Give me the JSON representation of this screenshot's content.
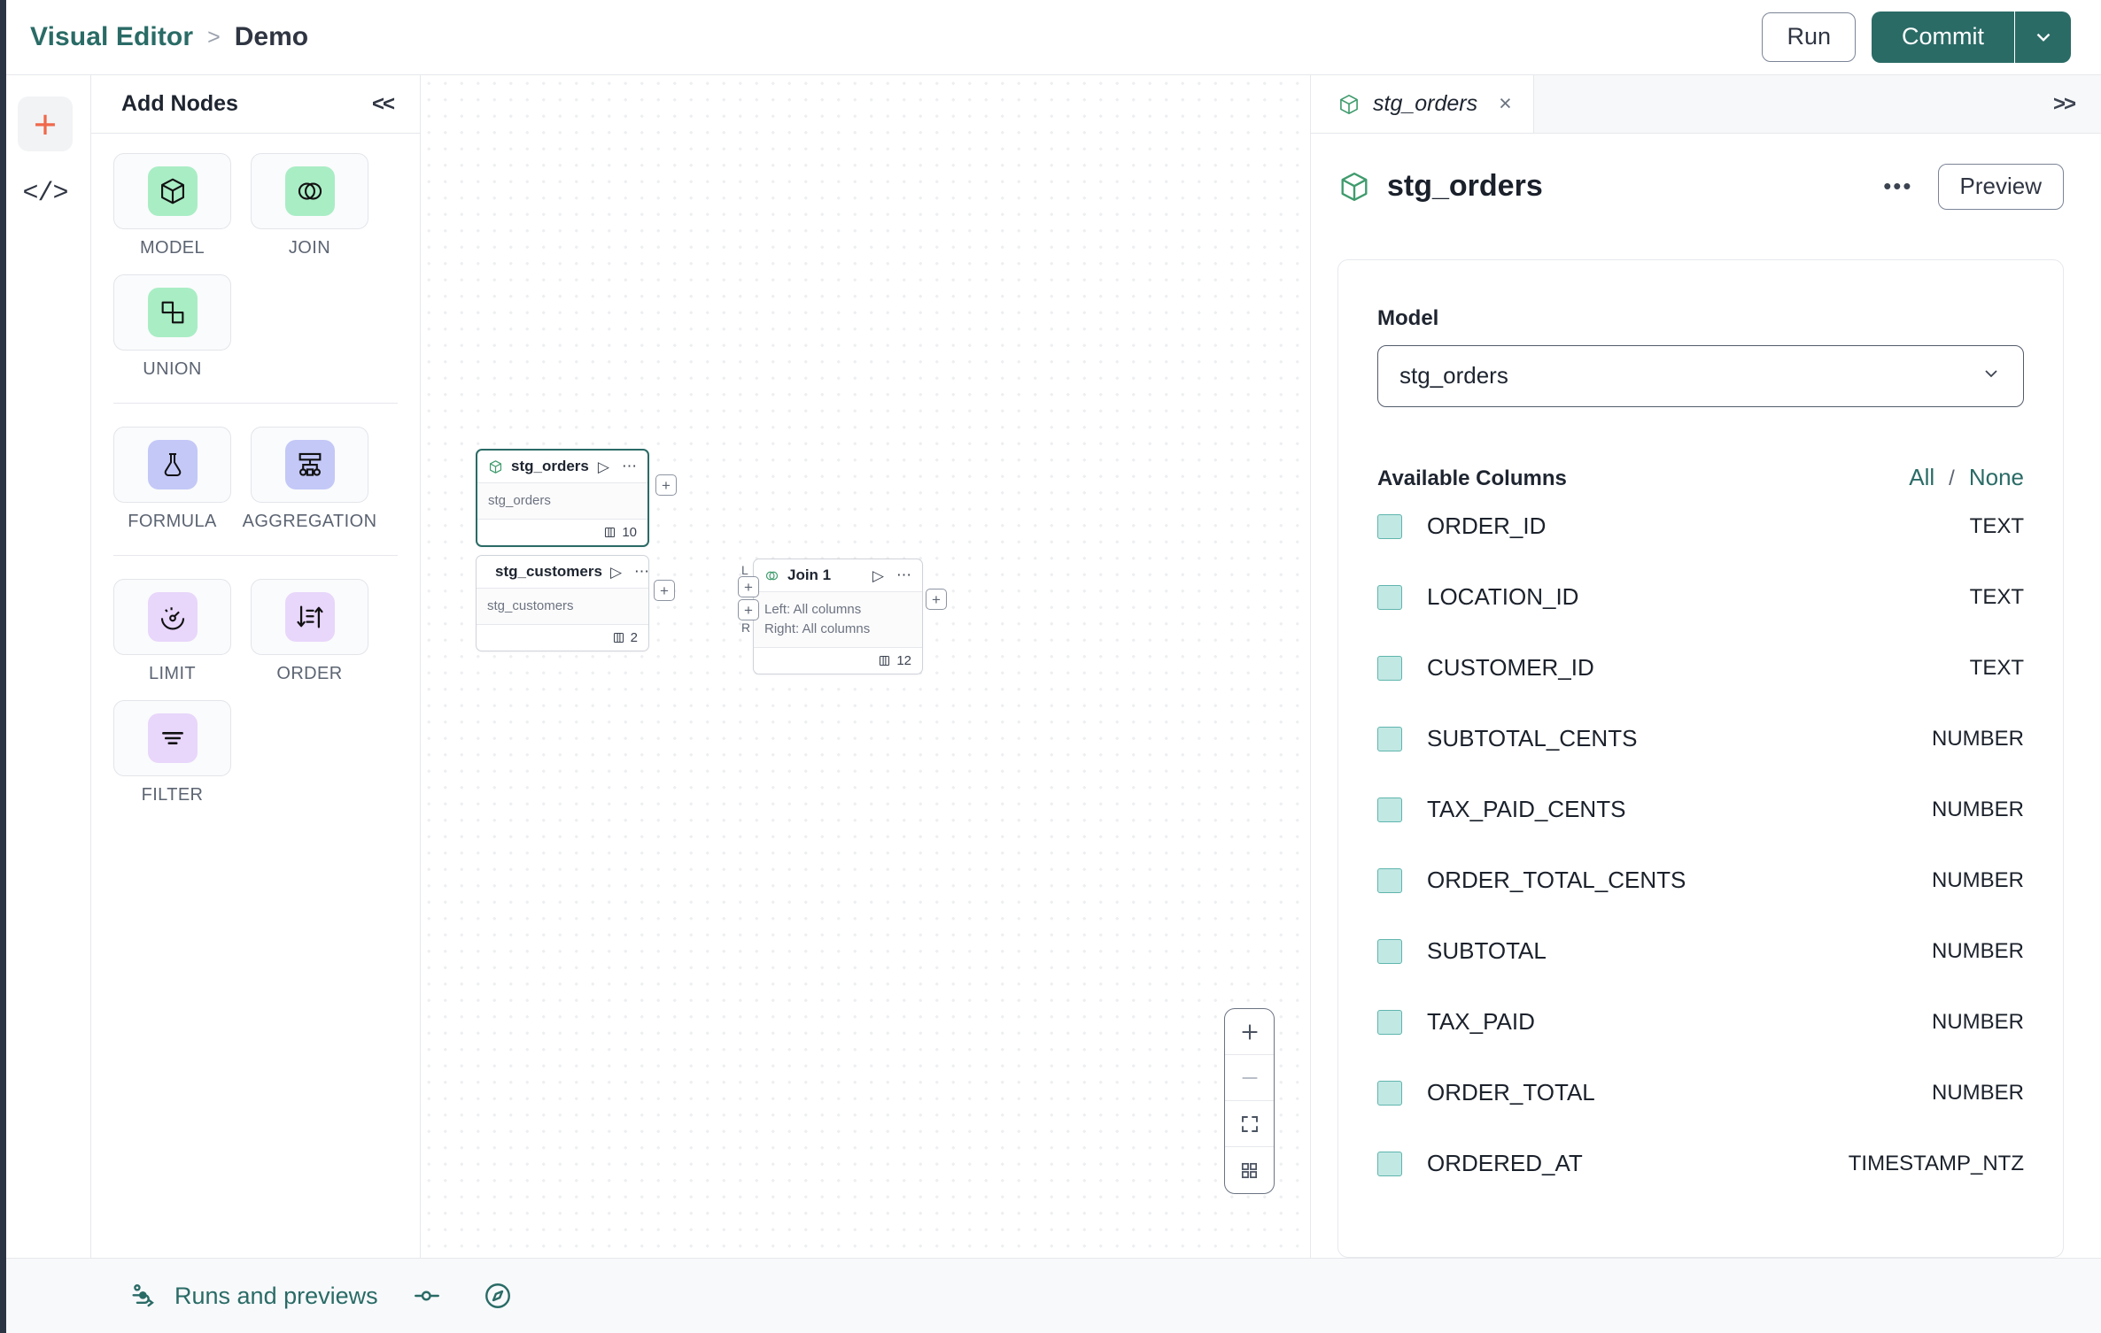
{
  "app": {
    "breadcrumb": {
      "root": "Visual Editor",
      "separator": ">",
      "leaf": "Demo"
    },
    "actions": {
      "run": "Run",
      "commit": "Commit"
    }
  },
  "rail": {
    "items": [
      {
        "name": "add-button",
        "glyph": "+"
      },
      {
        "name": "code-view-button",
        "glyph": "</>"
      }
    ]
  },
  "node_panel": {
    "title": "Add Nodes",
    "collapse_glyph": "<<",
    "groups": [
      {
        "name": "sources",
        "items": [
          {
            "label": "MODEL",
            "icon": "cube-icon",
            "color": "#a9edc5"
          },
          {
            "label": "JOIN",
            "icon": "venn-icon",
            "color": "#a9edc5"
          },
          {
            "label": "UNION",
            "icon": "union-shapes-icon",
            "color": "#a9edc5"
          }
        ]
      },
      {
        "name": "transforms",
        "items": [
          {
            "label": "FORMULA",
            "icon": "flask-icon",
            "color": "#c3c8f7"
          },
          {
            "label": "AGGREGATION",
            "icon": "hierarchy-icon",
            "color": "#c3c8f7"
          }
        ]
      },
      {
        "name": "modifiers",
        "items": [
          {
            "label": "LIMIT",
            "icon": "gauge-icon",
            "color": "#e8d6fb"
          },
          {
            "label": "ORDER",
            "icon": "sort-icon",
            "color": "#e8d6fb"
          },
          {
            "label": "FILTER",
            "icon": "filter-icon",
            "color": "#e8d6fb"
          }
        ]
      }
    ]
  },
  "canvas": {
    "nodes": [
      {
        "id": "stg_orders",
        "title": "stg_orders",
        "icon": "cube-icon",
        "body_lines": [
          "stg_orders"
        ],
        "column_count": "10",
        "selected": true
      },
      {
        "id": "stg_customers",
        "title": "stg_customers",
        "icon": "cube-icon",
        "body_lines": [
          "stg_customers"
        ],
        "column_count": "2",
        "selected": false
      },
      {
        "id": "join_1",
        "title": "Join 1",
        "icon": "venn-icon",
        "body_lines": [
          "Left: All columns",
          "Right: All columns"
        ],
        "column_count": "12",
        "selected": false
      }
    ],
    "handles": {
      "left_tag": "L",
      "right_tag": "R",
      "glyph": "+"
    },
    "zoom_controls": [
      {
        "name": "zoom-in-button",
        "icon": "plus-icon"
      },
      {
        "name": "zoom-out-button",
        "icon": "minus-icon"
      },
      {
        "name": "fit-view-button",
        "icon": "fit-screen-icon"
      },
      {
        "name": "toggle-grid-button",
        "icon": "grid-icon"
      }
    ]
  },
  "right_panel": {
    "tab": {
      "label": "stg_orders",
      "icon": "cube-icon",
      "close_glyph": "×"
    },
    "expand_glyph": ">>",
    "title": "stg_orders",
    "menu_glyph": "•••",
    "preview_label": "Preview",
    "model_field": {
      "label": "Model",
      "value": "stg_orders"
    },
    "columns_section": {
      "title": "Available Columns",
      "all_label": "All",
      "separator": "/",
      "none_label": "None",
      "rows": [
        {
          "name": "ORDER_ID",
          "type": "TEXT",
          "checked": true
        },
        {
          "name": "LOCATION_ID",
          "type": "TEXT",
          "checked": true
        },
        {
          "name": "CUSTOMER_ID",
          "type": "TEXT",
          "checked": true
        },
        {
          "name": "SUBTOTAL_CENTS",
          "type": "NUMBER",
          "checked": true
        },
        {
          "name": "TAX_PAID_CENTS",
          "type": "NUMBER",
          "checked": true
        },
        {
          "name": "ORDER_TOTAL_CENTS",
          "type": "NUMBER",
          "checked": true
        },
        {
          "name": "SUBTOTAL",
          "type": "NUMBER",
          "checked": true
        },
        {
          "name": "TAX_PAID",
          "type": "NUMBER",
          "checked": true
        },
        {
          "name": "ORDER_TOTAL",
          "type": "NUMBER",
          "checked": true
        },
        {
          "name": "ORDERED_AT",
          "type": "TIMESTAMP_NTZ",
          "checked": true
        }
      ]
    }
  },
  "bottom_bar": {
    "runs_label": "Runs and previews",
    "icons": [
      "runs-flow-icon",
      "slider-toggle-icon",
      "compass-icon"
    ]
  },
  "colors": {
    "accent_teal": "#2a6b66",
    "accent_orange": "#f0684b",
    "checkbox_fill": "#c2e8e4"
  }
}
